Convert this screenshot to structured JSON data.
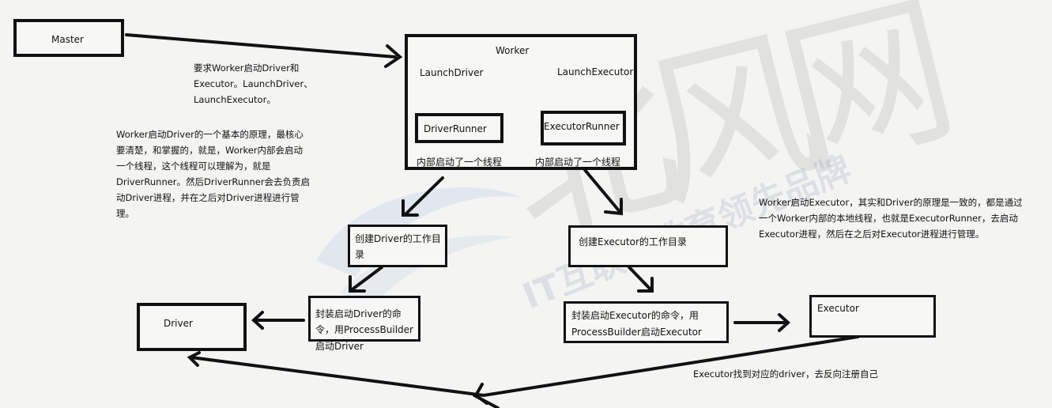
{
  "nodes": {
    "master": "Master",
    "worker": "Worker",
    "launch_driver": "LaunchDriver",
    "launch_executor": "LaunchExecutor",
    "driver_runner": "DriverRunner",
    "executor_runner": "ExecutorRunner",
    "driver_runner_note": "内部启动了一个线程",
    "executor_runner_note": "内部启动了一个线程",
    "create_driver_dir": "创建Driver的工作目录",
    "create_executor_dir": "创建Executor的工作目录",
    "package_driver_cmd_line1": "封装启动Driver的命",
    "package_driver_cmd_line2": "令，用ProcessBuilder",
    "package_driver_cmd_line3": "启动Driver",
    "package_executor_cmd_line1": "封装启动Executor的命令，用",
    "package_executor_cmd_line2": "ProcessBuilder启动Executor",
    "driver": "Driver",
    "executor": "Executor"
  },
  "notes": {
    "master_request": [
      "要求Worker启动Driver和",
      "Executor。LaunchDriver、",
      "LaunchExecutor。"
    ],
    "driver_principle": [
      "Worker启动Driver的一个基本的原理，最核心",
      "要清楚，和掌握的，就是，Worker内部会启动",
      "一个线程，这个线程可以理解为，就是",
      "DriverRunner。然后DriverRunner会去负责启",
      "动Driver进程，并在之后对Driver进程进行管",
      "理。"
    ],
    "executor_principle": [
      "Worker启动Executor，其实和Driver的原理是一致的，都是通过",
      "一个Worker内部的本地线程，也就是ExecutorRunner，去启动",
      "Executor进程，然后在之后对Executor进程进行管理。"
    ],
    "executor_register": "Executor找到对应的driver，去反向注册自己"
  },
  "watermark": {
    "brand": "北风网",
    "slogan": "IT互联网教育领先品牌"
  }
}
